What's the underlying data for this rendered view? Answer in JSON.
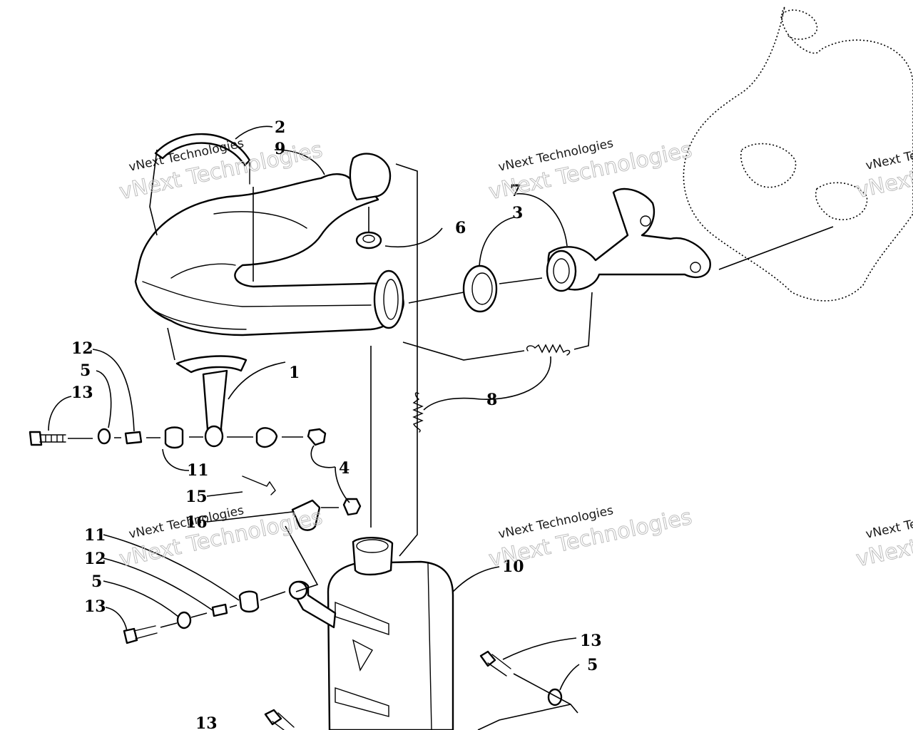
{
  "callouts": {
    "c2": "2",
    "c9": "9",
    "c6": "6",
    "c7": "7",
    "c3": "3",
    "c1": "1",
    "c12a": "12",
    "c5a": "5",
    "c13a": "13",
    "c11a": "11",
    "c4": "4",
    "c8": "8",
    "c15": "15",
    "c16": "16",
    "c11b": "11",
    "c12b": "12",
    "c5b": "5",
    "c13b": "13",
    "c10": "10",
    "c13c": "13",
    "c5c": "5",
    "c13d": "13"
  },
  "watermark": {
    "line1": "vNext Technologies",
    "line2": "vNext Technologies"
  }
}
